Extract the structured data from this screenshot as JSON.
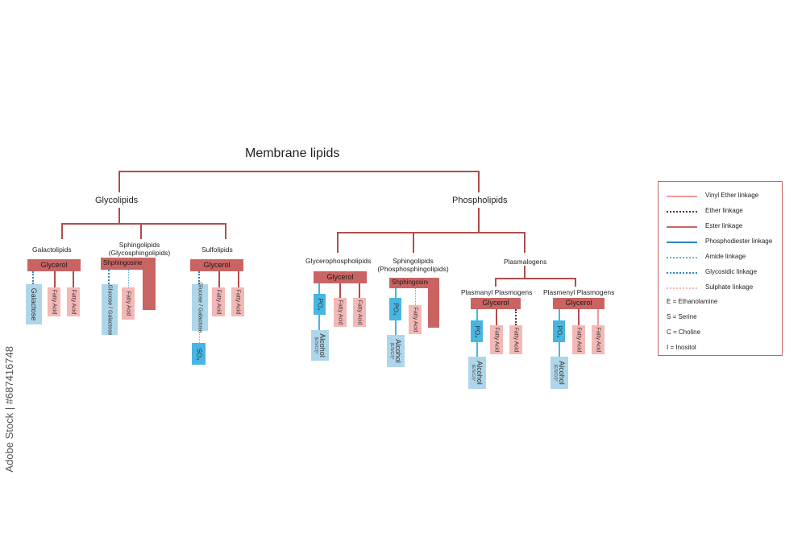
{
  "title": "Membrane lipids",
  "branches": {
    "glycolipids": "Glycolipids",
    "phospholipids": "Phospholipids"
  },
  "subbranches": {
    "galactolipids": "Galactolipids",
    "sphingolipids_glyco_1": "Sphingolipids",
    "sphingolipids_glyco_2": "(Glycosphingolipids)",
    "sulfolipids": "Sulfolipids",
    "glycerophospholipids": "Glycerophospholipids",
    "sphingolipids_phospho_1": "Sphingolipids",
    "sphingolipids_phospho_2": "(Phosphosphingolipids)",
    "plasmalogens": "Plasmalogens",
    "plasmanyl": "Plasmanyl Plasmogens",
    "plasmenyl": "Plasmenyl Plasmogens"
  },
  "labels": {
    "glycerol": "Glycerol",
    "sphingosine": "Shphingosine",
    "fatty_acid": "Fatty Acid",
    "galactose": "Galactose",
    "glucose_galactose": "Glucose / Galactose",
    "so4": "SO₄",
    "po4": "PO₄",
    "alcohol": "Alcohol",
    "alcohol_sub": "(E/S/C/I)*"
  },
  "legend": [
    {
      "label": "Vinyl Ether linkage",
      "color": "#f29a9a",
      "style": "solid"
    },
    {
      "label": "Ether linkage",
      "color": "#6a2a2a",
      "style": "dotted"
    },
    {
      "label": "Ester linkage",
      "color": "#c96463",
      "style": "solid"
    },
    {
      "label": "Phosphodiester linkage",
      "color": "#2b86b9",
      "style": "solid"
    },
    {
      "label": "Amide linkage",
      "color": "#58b6dc",
      "style": "dotted"
    },
    {
      "label": "Glycosidic linkage",
      "color": "#2b86b9",
      "style": "dotted"
    },
    {
      "label": "Sulphate linkage",
      "color": "#f4b8b6",
      "style": "dotted"
    }
  ],
  "abbreviations": [
    "E = Ethanolamine",
    "S = Serine",
    "C = Choline",
    "I = Inositol"
  ],
  "watermark": "Adobe Stock | #687416748"
}
